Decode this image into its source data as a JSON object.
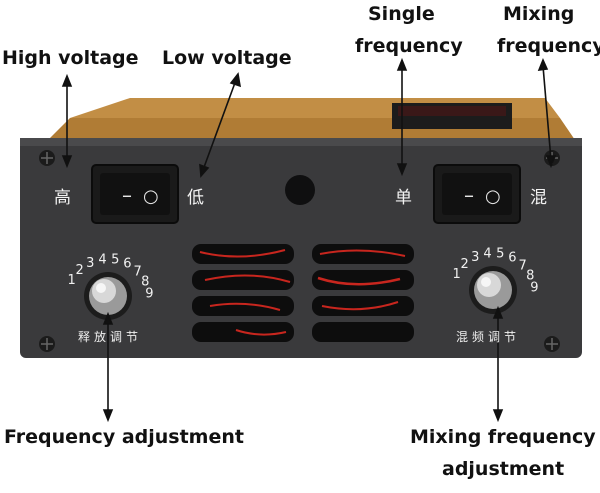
{
  "callouts": {
    "high_voltage": "High voltage",
    "low_voltage": "Low voltage",
    "single_frequency": [
      "Single",
      "frequency"
    ],
    "mixing_frequency": [
      "Mixing",
      "frequency"
    ],
    "frequency_adjustment": "Frequency adjustment",
    "mixing_frequency_adjustment": [
      "Mixing frequency",
      "adjustment"
    ]
  },
  "panel": {
    "left_switch": {
      "high_char": "高",
      "low_char": "低"
    },
    "right_switch": {
      "single_char": "单",
      "mix_char": "混"
    },
    "left_dial": {
      "scale": [
        "1",
        "2",
        "3",
        "4",
        "5",
        "6",
        "7",
        "8",
        "9"
      ],
      "caption": "释放调节"
    },
    "right_dial": {
      "scale": [
        "1",
        "2",
        "3",
        "4",
        "5",
        "6",
        "7",
        "8",
        "9"
      ],
      "caption": "混频调节"
    },
    "switch_symbols": {
      "on": "–",
      "off": "○"
    }
  },
  "colors": {
    "housing": "#c28e45",
    "panel": "#3a3a3c",
    "panel_dark": "#262628",
    "wire_red": "#c8261e",
    "switch_body": "#1a1a1a"
  }
}
